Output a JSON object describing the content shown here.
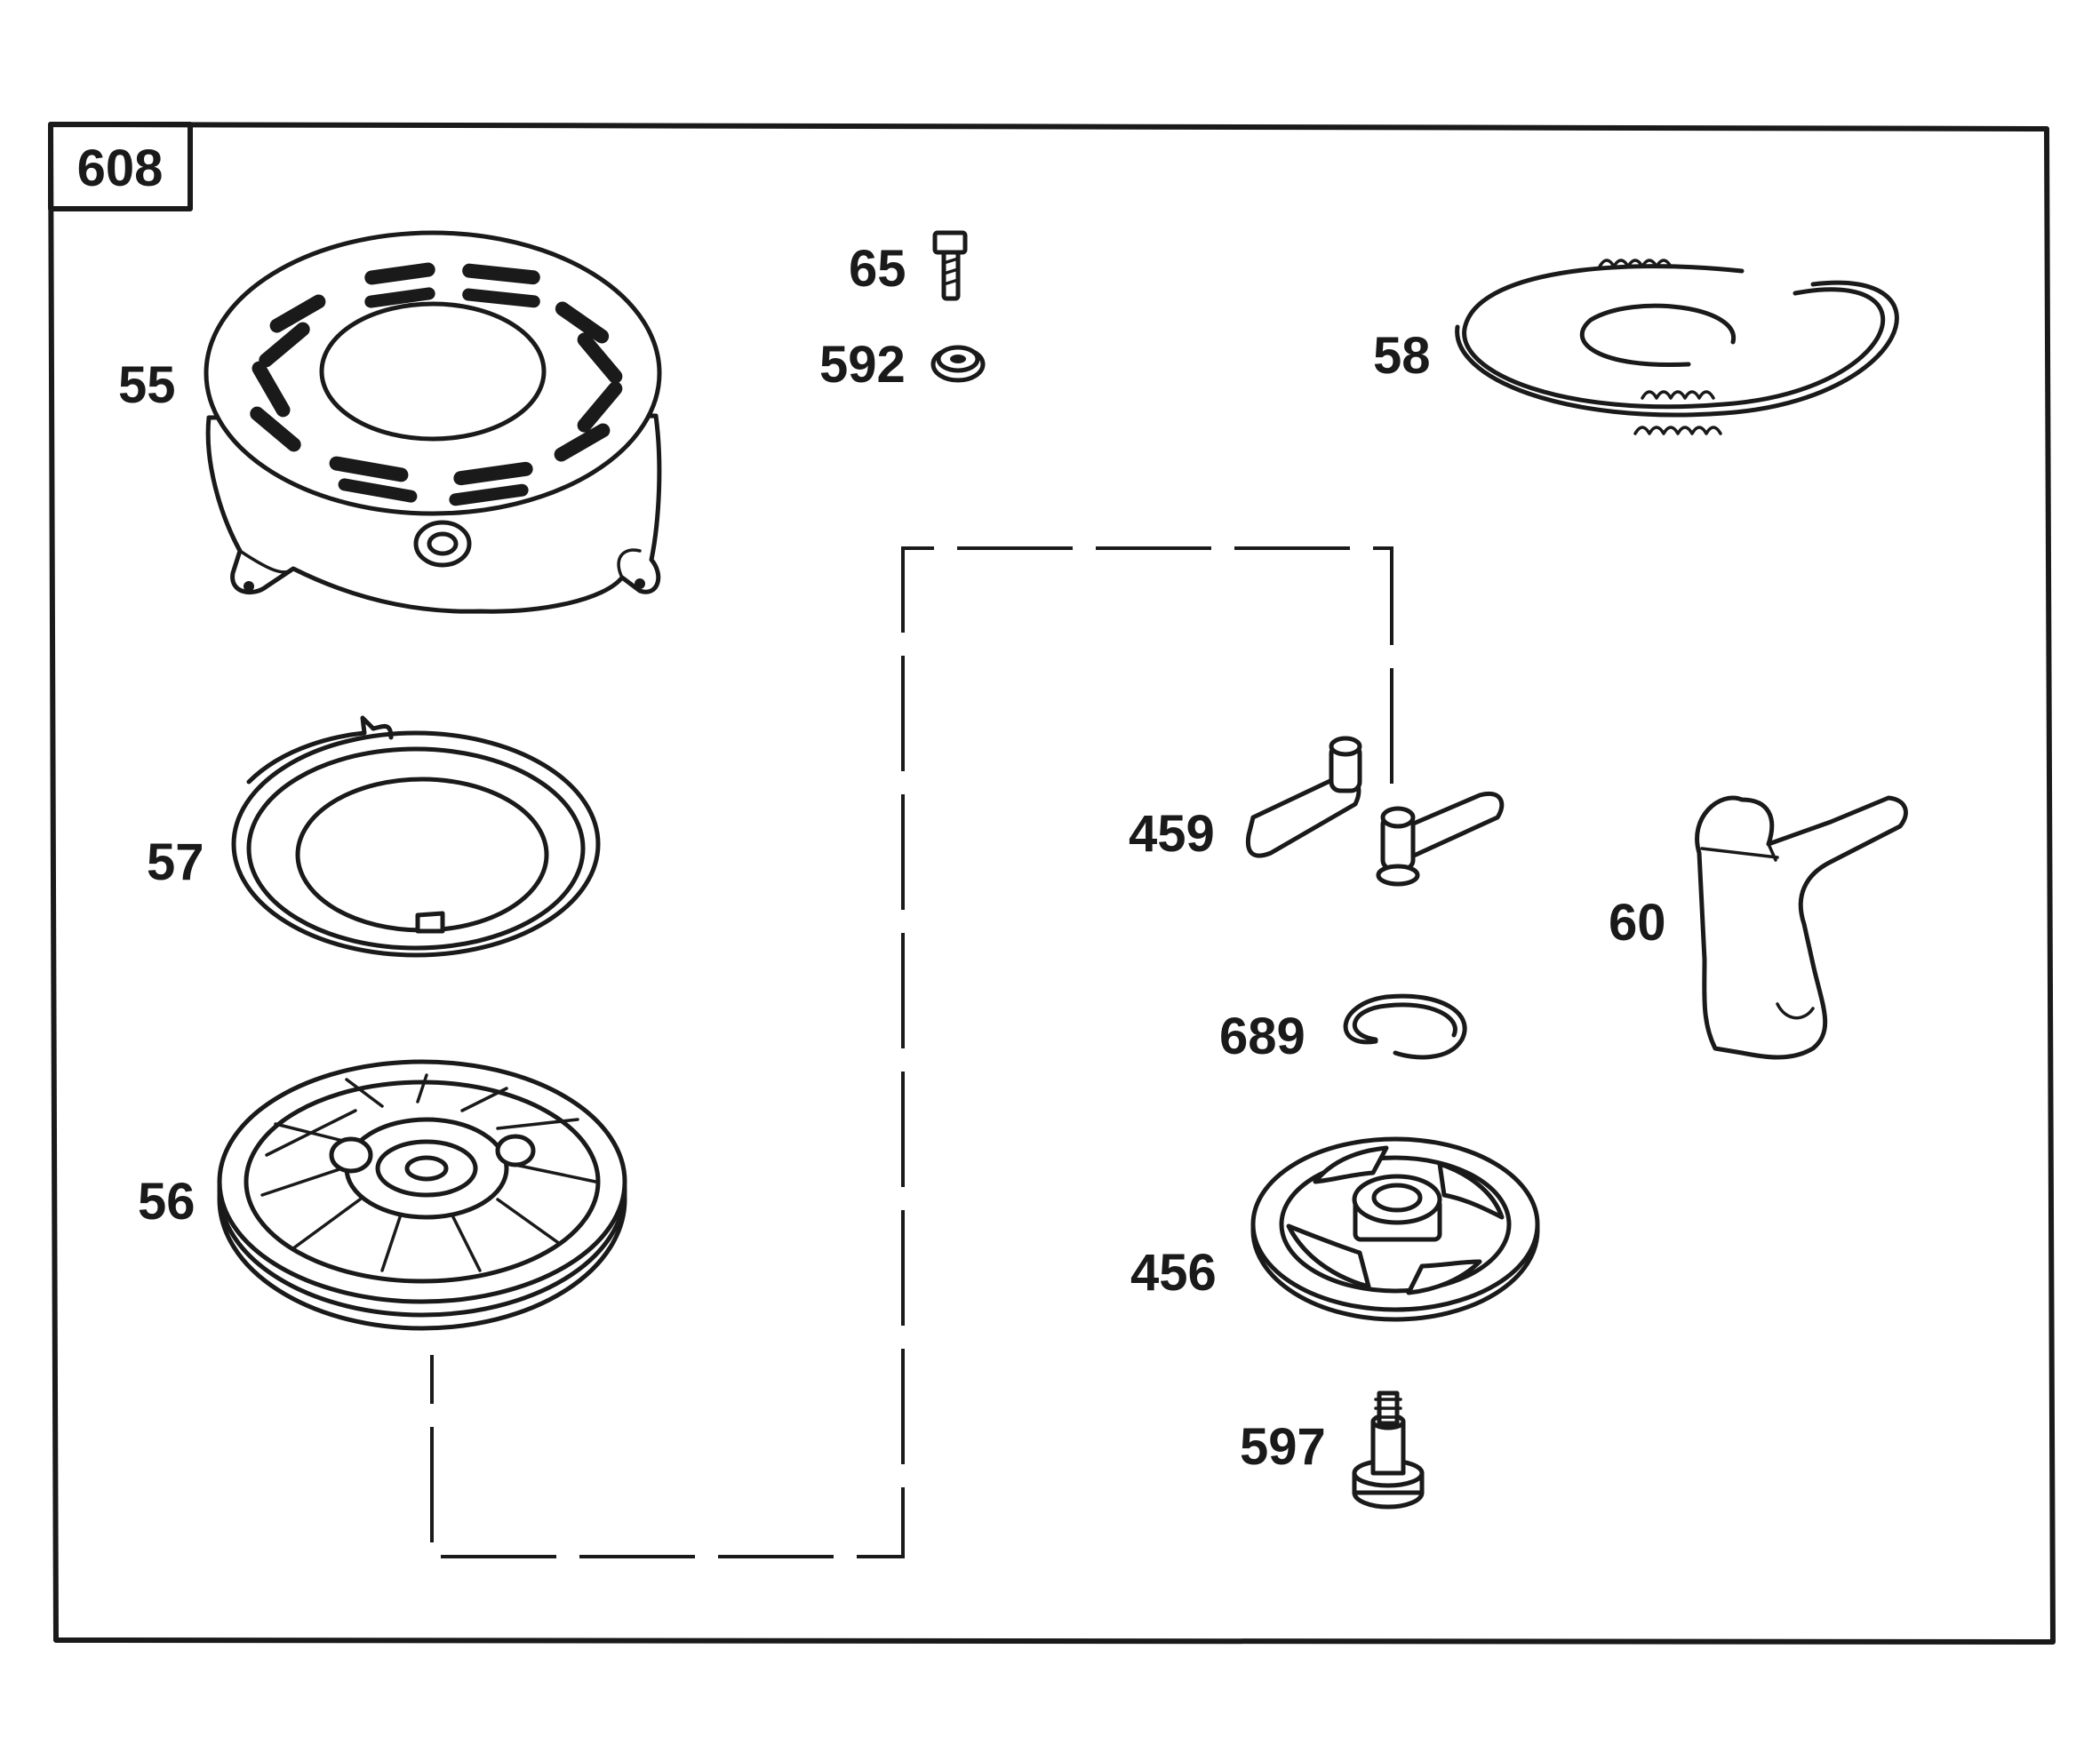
{
  "group": {
    "number": "608"
  },
  "parts": [
    {
      "id": "p55",
      "ref": "55"
    },
    {
      "id": "p65",
      "ref": "65"
    },
    {
      "id": "p592",
      "ref": "592"
    },
    {
      "id": "p58",
      "ref": "58"
    },
    {
      "id": "p57",
      "ref": "57"
    },
    {
      "id": "p459",
      "ref": "459"
    },
    {
      "id": "p60",
      "ref": "60"
    },
    {
      "id": "p689",
      "ref": "689"
    },
    {
      "id": "p56",
      "ref": "56"
    },
    {
      "id": "p456",
      "ref": "456"
    },
    {
      "id": "p597",
      "ref": "597"
    }
  ]
}
